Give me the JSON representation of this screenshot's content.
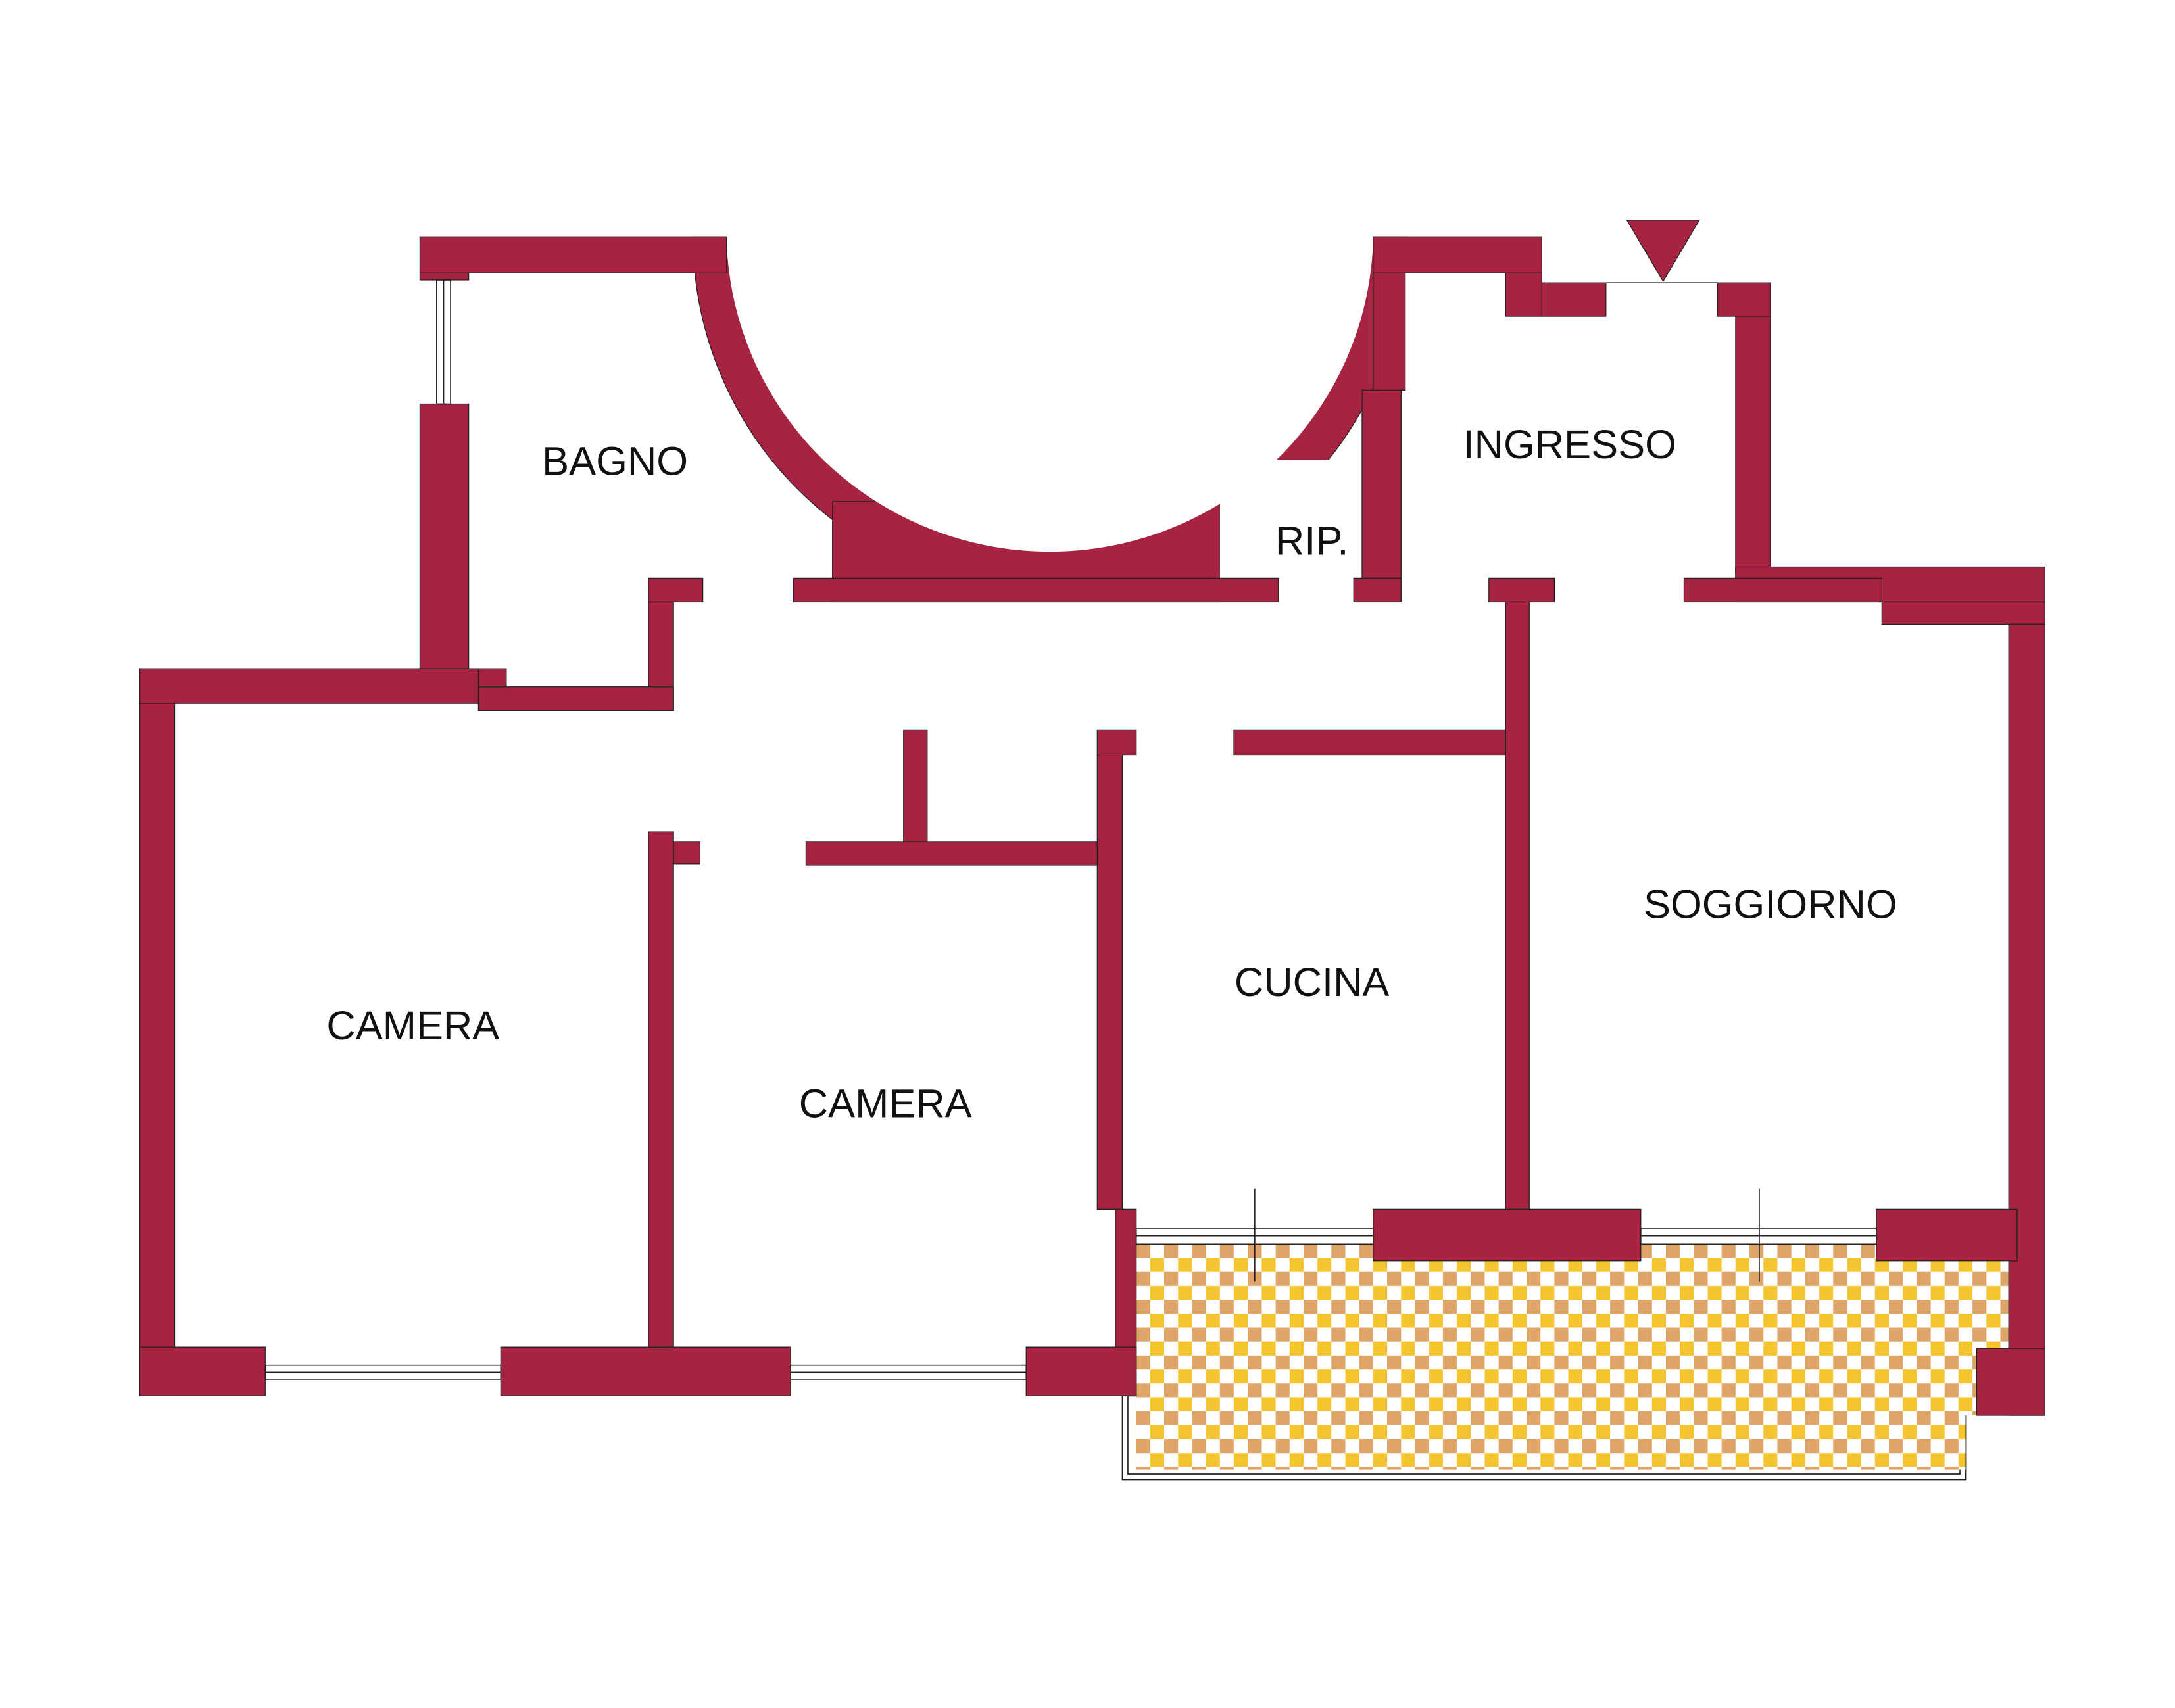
{
  "rooms": {
    "bagno": "BAGNO",
    "ingresso": "INGRESSO",
    "ripostiglio": "RIP.",
    "camera_1": "CAMERA",
    "camera_2": "CAMERA",
    "cucina": "CUCINA",
    "soggiorno": "SOGGIORNO"
  },
  "colors": {
    "wall": "#A62342",
    "balcony_a": "#F4C531",
    "balcony_b": "#DEA468"
  }
}
